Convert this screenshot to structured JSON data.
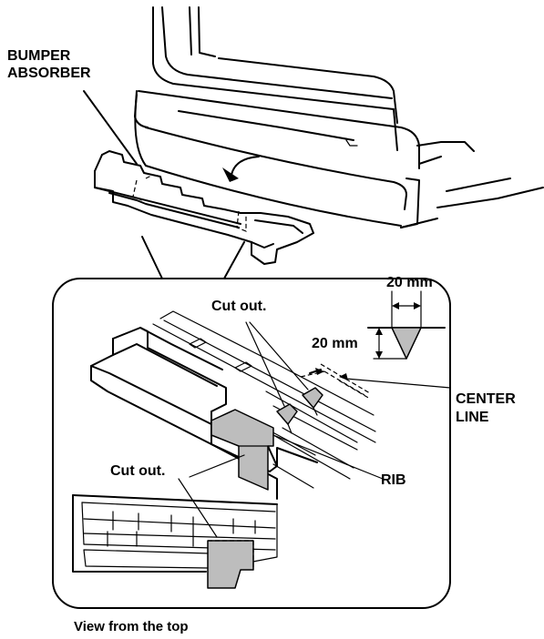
{
  "labels": {
    "bumper_line1": "BUMPER",
    "bumper_line2": "ABSORBER",
    "dim_width": "20 mm",
    "dim_height": "20 mm",
    "cut_out_upper": "Cut out.",
    "center_line1": "CENTER",
    "center_line2": "LINE",
    "rib": "RIB",
    "cut_out_lower": "Cut out.",
    "caption": "View from the top"
  },
  "colors": {
    "line": "#000000",
    "cut_region_fill": "#bdbdbd",
    "background": "#ffffff"
  }
}
